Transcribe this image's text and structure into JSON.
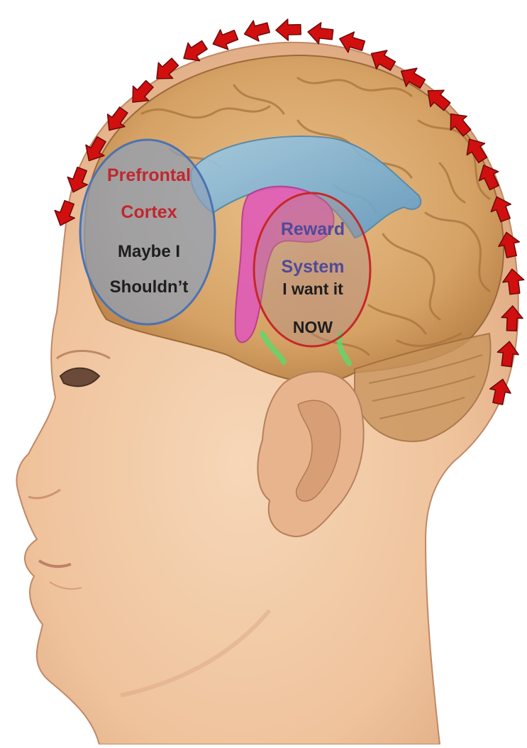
{
  "diagram": {
    "prefrontal": {
      "title_line1": "Prefrontal",
      "title_line2": "Cortex",
      "text_line1": "Maybe I",
      "text_line2": "Shouldn’t",
      "title_color": "#c1272d",
      "text_color": "#1e1e1e",
      "circle_fill": "#8d9fb8",
      "circle_stroke": "#4c73b0"
    },
    "reward": {
      "title_line1": "Reward",
      "title_line2": "System",
      "text_line1": "I want it",
      "text_line2": "NOW",
      "title_color": "#4f4a9a",
      "text_color": "#1e1e1e",
      "circle_stroke": "#c62828"
    },
    "arrows": {
      "count": 24,
      "direction": "counter-clockwise from back of head toward forehead",
      "color": "#d10f0f",
      "outline": "#6b0a0a"
    },
    "colors": {
      "skin": "#f0c9a5",
      "brain": "#d9ab6e",
      "ventricle": "#7fb6d8",
      "limbic": "#e05bb8"
    }
  }
}
